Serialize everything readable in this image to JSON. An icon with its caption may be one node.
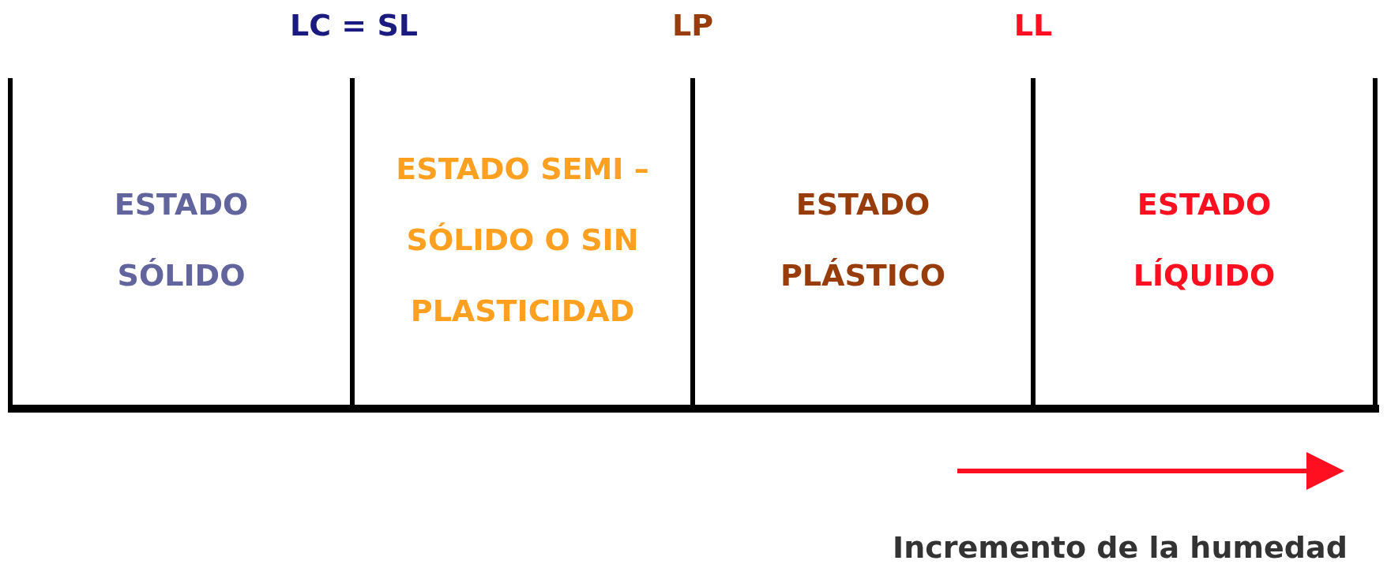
{
  "diagram": {
    "nodes": [
      {
        "text": [
          "ESTADO SÓLIDO"
        ]
      },
      {
        "text": [
          "ESTADO SEMI – SÓLIDO O SIN PLASTICIDAD"
        ]
      },
      {
        "text": [
          "ESTADO PLÁSTICO"
        ]
      },
      {
        "text": [
          "ESTADO LÍQUIDO"
        ]
      }
    ],
    "labels": [
      "LC = SL",
      "LP",
      "LL",
      "Incremento de la humedad"
    ]
  }
}
